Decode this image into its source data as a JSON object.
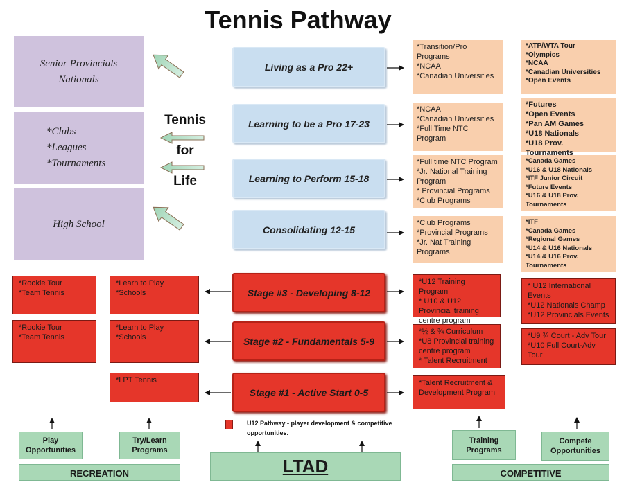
{
  "title": "Tennis Pathway",
  "recreation_boxes": [
    {
      "lines": [
        "Senior Provincials",
        "Nationals"
      ]
    },
    {
      "lines": [
        "*Clubs",
        "*Leagues",
        "*Tournaments"
      ]
    },
    {
      "lines": [
        "High School"
      ]
    }
  ],
  "tennis_for_life": [
    "Tennis",
    "for",
    "Life"
  ],
  "upper_stages": [
    "Living as a Pro 22+",
    "Learning to be a Pro 17-23",
    "Learning to Perform 15-18",
    "Consolidating 12-15"
  ],
  "lower_stages": [
    "Stage #3 - Developing 8-12",
    "Stage #2 - Fundamentals 5-9",
    "Stage #1 - Active Start 0-5"
  ],
  "programs_upper": [
    {
      "lines": [
        "*Transition/Pro Programs",
        "*NCAA",
        "*Canadian Universities"
      ]
    },
    {
      "lines": [
        "*NCAA",
        "*Canadian Universities",
        "*Full Time NTC Program"
      ]
    },
    {
      "lines": [
        "*Full time NTC Program",
        "*Jr. National Training Program",
        "* Provincial Programs",
        "*Club Programs"
      ]
    },
    {
      "lines": [
        "*Club Programs",
        "*Provincial Programs",
        "*Jr. Nat Training Programs"
      ]
    }
  ],
  "competitions_upper": [
    {
      "lines": [
        "*ATP/WTA Tour",
        "*Olympics",
        "*NCAA",
        "*Canadian Universities",
        "*Open Events"
      ]
    },
    {
      "lines": [
        "*Futures",
        "*Open Events",
        "*Pan AM Games",
        "*U18 Nationals",
        "*U18 Prov. Tournaments"
      ]
    },
    {
      "lines": [
        "*Canada Games",
        "*U16 & U18 Nationals",
        "*ITF Junior Circuit",
        "*Future Events",
        "*U16 & U18 Prov. Tournaments"
      ]
    },
    {
      "lines": [
        "*ITF",
        "*Canada Games",
        "*Regional Games",
        "*U14 & U16 Nationals",
        "*U14 & U16 Prov. Tournaments"
      ]
    }
  ],
  "programs_lower": [
    {
      "lines": [
        "*U12 Training Program",
        "* U10 & U12 Provincial training centre program"
      ]
    },
    {
      "lines": [
        "*½ & ¾ Curriculum",
        "*U8 Provincial training centre program",
        "* Talent Recruitment"
      ]
    },
    {
      "lines": [
        "*Talent Recruitment & Development Program"
      ]
    }
  ],
  "competitions_lower": [
    {
      "lines": [
        "* U12 International Events",
        "*U12 Nationals Champ",
        "*U12 Provincials Events"
      ]
    },
    {
      "lines": [
        "*U9 ¾ Court - Adv Tour",
        "*U10 Full Court-Adv Tour"
      ]
    }
  ],
  "rec_play": [
    {
      "lines": [
        "*Rookie Tour",
        "*Team Tennis"
      ]
    },
    {
      "lines": [
        "*Rookie Tour",
        "*Team Tennis"
      ]
    }
  ],
  "rec_learn": [
    {
      "lines": [
        "*Learn to Play",
        "*Schools"
      ]
    },
    {
      "lines": [
        "*Learn to Play",
        "*Schools"
      ]
    },
    {
      "lines": [
        "*LPT Tennis"
      ]
    }
  ],
  "legend": {
    "text": "U12 Pathway - player development & competitive opportunities.",
    "color": "#e5362a"
  },
  "bottom": {
    "play": "Play Opportunities",
    "try_learn": "Try/Learn Programs",
    "recreation": "RECREATION",
    "ltad": "LTAD",
    "training": "Training Programs",
    "compete": "Compete Opportunities",
    "competitive": "COMPETITIVE"
  },
  "colors": {
    "lavender": "#cfc2dd",
    "blue": "#c9def0",
    "red": "#e5362a",
    "peach": "#f9cfad",
    "green": "#a9d8b6"
  }
}
